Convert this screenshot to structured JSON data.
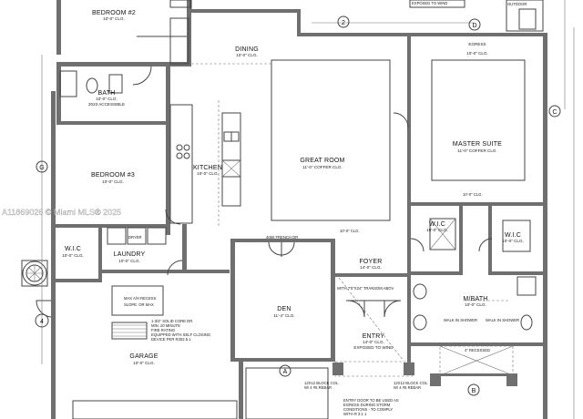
{
  "rooms": {
    "bedroom2": {
      "name": "BEDROOM #2",
      "ceiling": "10'-0\" CLG."
    },
    "dining": {
      "name": "DINING",
      "ceiling": "10'-0\" CLG."
    },
    "bath": {
      "name": "BATH",
      "ceiling": "10'-0\" CLG.",
      "note": "2023 ACCESSIBLE"
    },
    "kitchen": {
      "name": "KITCHEN",
      "ceiling": "10'-0\" CLG."
    },
    "great_room": {
      "name": "GREAT ROOM",
      "ceiling": "11'-0\" COFFER CLG."
    },
    "master_suite": {
      "name": "MASTER SUITE",
      "ceiling": "11'-0\" COFFER CLG."
    },
    "bedroom3": {
      "name": "BEDROOM #3",
      "ceiling": "10'-0\" CLG."
    },
    "wic_left": {
      "name": "W.I.C",
      "ceiling": "10'-0\" CLG."
    },
    "laundry": {
      "name": "LAUNDRY",
      "ceiling": "10'-0\" CLG."
    },
    "wic_master1": {
      "name": "W.I.C",
      "ceiling": "10'-0\" CLG."
    },
    "wic_master2": {
      "name": "W.I.C",
      "ceiling": "10'-0\" CLG."
    },
    "foyer": {
      "name": "FOYER",
      "ceiling": "14'-0\" CLG."
    },
    "den": {
      "name": "DEN",
      "ceiling": "11'-4\" CLG."
    },
    "mbath": {
      "name": "M/BATH",
      "ceiling": "10'-0\" CLG."
    },
    "entry": {
      "name": "ENTRY",
      "ceiling": "14'-0\" CLG.",
      "note": "EXPOSED TO WIND"
    },
    "garage": {
      "name": "GARAGE",
      "ceiling": "10'-0\" CLG."
    },
    "egress": {
      "name": "EGRESS",
      "ceiling": "10'-0\" CLG."
    }
  },
  "labels": {
    "exposed_to_wind": "EXPOSED TO WIND",
    "ceiling_10": "10'-0\" CLG.",
    "french_dr": "4050 FRENCH DR",
    "transom": "WITH 7'5\"X24\" TRANSOM ABOV",
    "walk_in_shower_1": "WALK IN SHOWER",
    "walk_in_shower_2": "WALK IN SHOWER",
    "ac_recess": "MAX A/H RECESS",
    "ac_recess_2": "SLOPE: OR MAX",
    "fire_door_1": "1-3/4\" SOLID CORE DR.",
    "fire_door_2": "MIN. 20 MINUTE",
    "fire_door_3": "FIRE RATING",
    "fire_door_4": "EQUIPPED WITH SELF CLOSING",
    "fire_door_5": "DEVICE PER R302.5.1",
    "block_col_1": "12X12 BLOCK COL.",
    "block_col_2": "W/ 4 #5 REBAR",
    "block_col_3": "12X12 BLOCK COL.",
    "block_col_4": "W/ 4 #5 REBAR",
    "recessed": "4\" RECESSED",
    "storm_1": "ENTRY DOOR TO BE USED AS",
    "storm_2": "EGRESS DURING STORM",
    "storm_3": "CONDITIONS - TO COMPLY",
    "storm_4": "WITH R 3.1 1",
    "dryer": "DRYER",
    "outdoor": "OUTDOOR",
    "watermark": "A11869026 © Miami MLS® 2025"
  },
  "grid_tags": [
    "2",
    "D",
    "C",
    "G",
    "4",
    "A",
    "B"
  ]
}
